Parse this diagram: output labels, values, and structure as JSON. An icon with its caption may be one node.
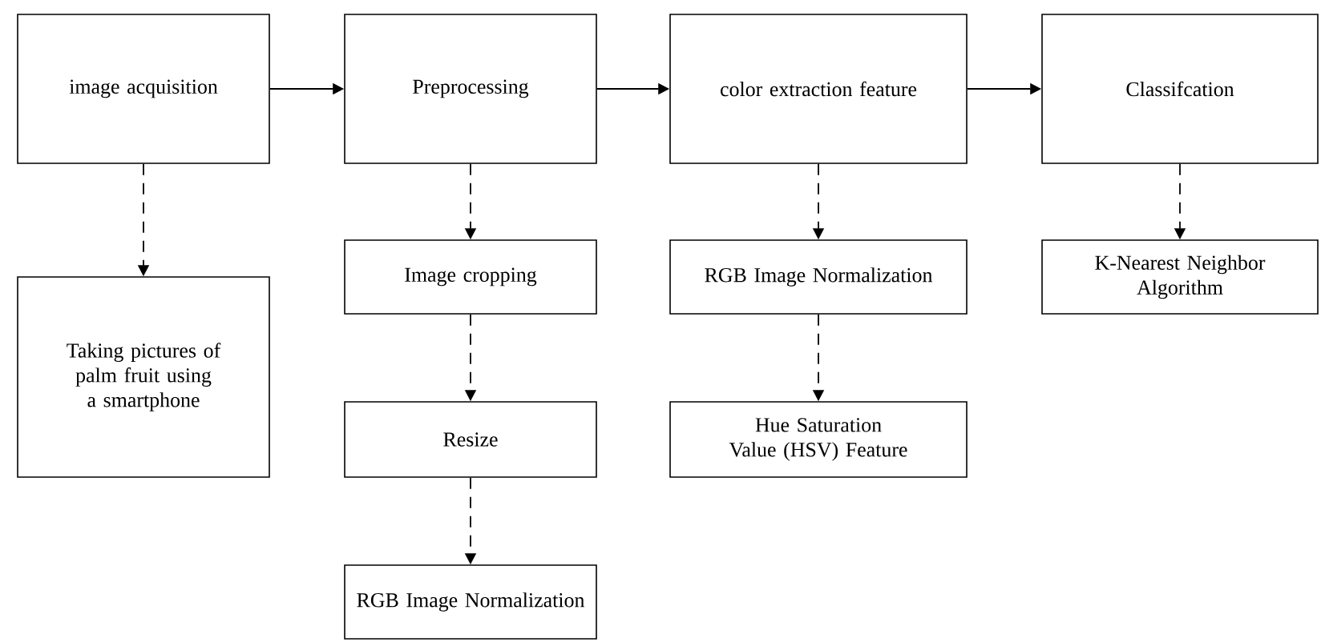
{
  "diagram": {
    "nodes": [
      {
        "text": [
          "image acquisition"
        ]
      },
      {
        "text": [
          "Preprocessing"
        ]
      },
      {
        "text": [
          "color extraction feature"
        ]
      },
      {
        "text": [
          "Classifcation"
        ]
      },
      {
        "text": [
          "Taking pictures of palm fruit using a smartphone"
        ]
      },
      {
        "text": [
          "Image cropping"
        ]
      },
      {
        "text": [
          "Resize"
        ]
      },
      {
        "text": [
          "RGB Image Normalization"
        ]
      },
      {
        "text": [
          "RGB Image Normalization"
        ]
      },
      {
        "text": [
          "Hue Saturation Value (HSV) Feature"
        ]
      },
      {
        "text": [
          "K-Nearest Neighbor Algorithm"
        ]
      }
    ],
    "edges": [
      {
        "from": 0,
        "to": 1,
        "arrow": "to"
      },
      {
        "from": 1,
        "to": 2,
        "arrow": "to"
      },
      {
        "from": 2,
        "to": 3,
        "arrow": "to"
      },
      {
        "from": 0,
        "to": 4,
        "arrow": "to",
        "style": "dashed"
      },
      {
        "from": 1,
        "to": 5,
        "arrow": "to",
        "style": "dashed"
      },
      {
        "from": 5,
        "to": 6,
        "arrow": "to",
        "style": "dashed"
      },
      {
        "from": 6,
        "to": 7,
        "arrow": "to",
        "style": "dashed"
      },
      {
        "from": 2,
        "to": 8,
        "arrow": "to",
        "style": "dashed"
      },
      {
        "from": 8,
        "to": 9,
        "arrow": "to",
        "style": "dashed"
      },
      {
        "from": 3,
        "to": 10,
        "arrow": "to",
        "style": "dashed"
      }
    ]
  }
}
